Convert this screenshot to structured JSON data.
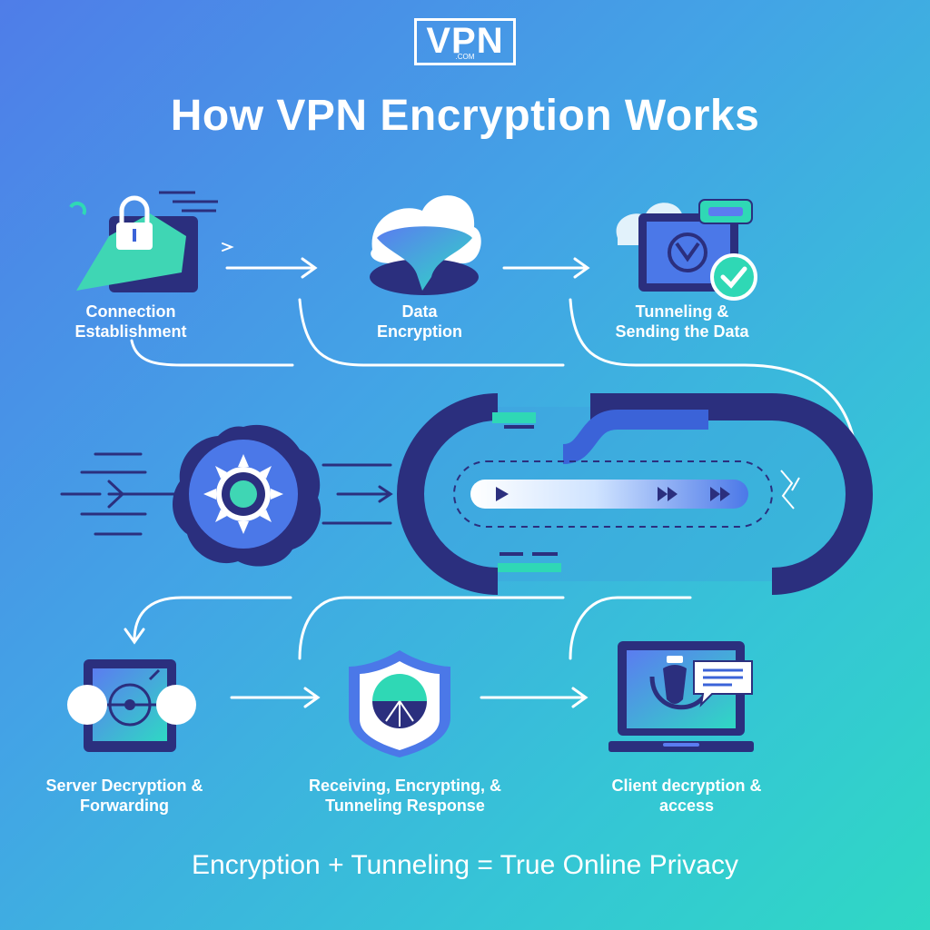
{
  "logo": {
    "mark": "VPN",
    "tld": ".COM"
  },
  "title": "How VPN Encryption Works",
  "steps": [
    {
      "label": "Connection\nEstablishment"
    },
    {
      "label": "Data\nEncryption"
    },
    {
      "label": "Tunneling &\nSending the Data"
    },
    {
      "label": "Server Decryption &\nForwarding"
    },
    {
      "label": "Receiving, Encrypting, &\nTunneling Response"
    },
    {
      "label": "Client decryption &\naccess"
    }
  ],
  "footer": "Encryption + Tunneling = True Online Privacy",
  "colors": {
    "navy": "#2b2f7e",
    "blue": "#3b63d8",
    "teal": "#2fd8b5",
    "white": "#ffffff"
  }
}
